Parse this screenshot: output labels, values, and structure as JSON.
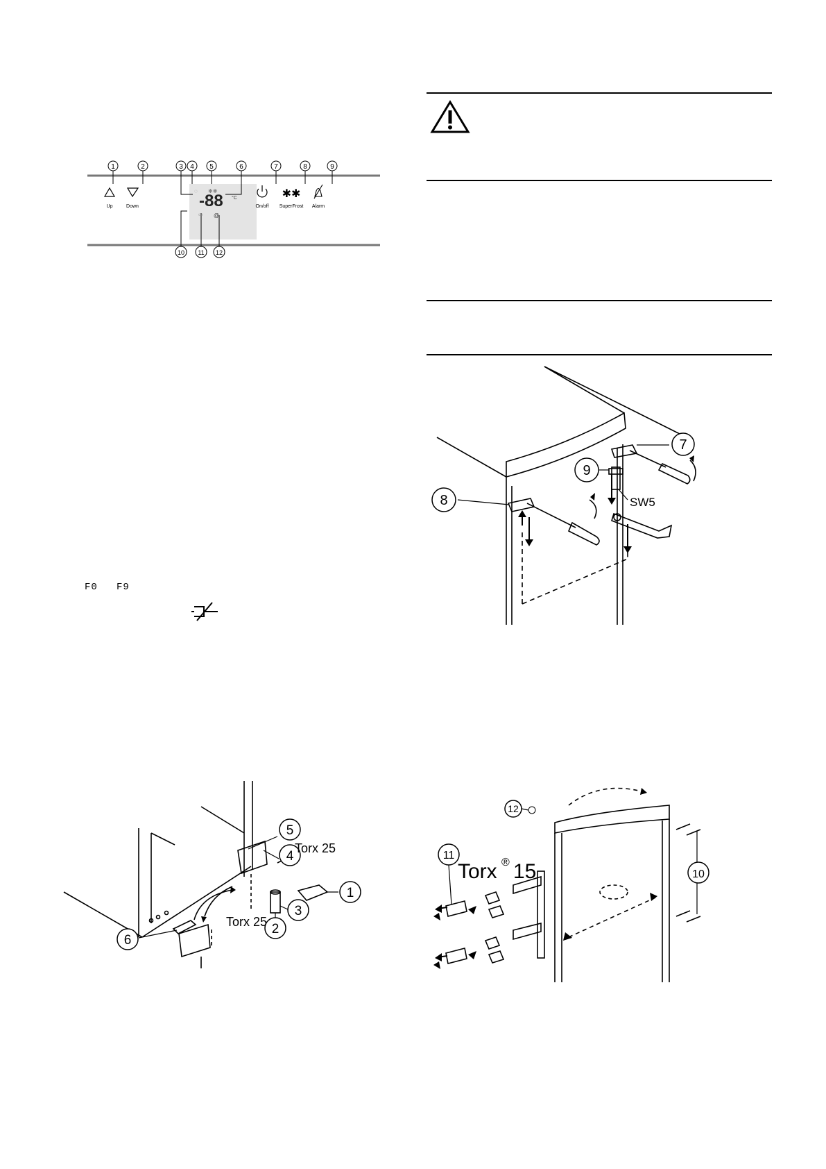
{
  "control_panel": {
    "callouts": [
      "1",
      "2",
      "3",
      "4",
      "5",
      "6",
      "7",
      "8",
      "9",
      "10",
      "11",
      "12"
    ],
    "buttons": [
      {
        "label": "Up",
        "icon": "up-triangle-icon"
      },
      {
        "label": "Down",
        "icon": "down-triangle-icon"
      },
      {
        "label": "On/off",
        "icon": "power-icon"
      },
      {
        "label": "SuperFrost",
        "icon": "superfrost-icon"
      },
      {
        "label": "Alarm",
        "icon": "alarm-mute-icon"
      }
    ],
    "display": {
      "digits": "-88",
      "unit": "°C"
    }
  },
  "error_codes": {
    "f0": "F0",
    "f9": "F9"
  },
  "fig_top_hinge": {
    "callouts": [
      "7",
      "8",
      "9"
    ],
    "wrench": "SW5"
  },
  "fig_bottom_hinge": {
    "callouts": [
      "1",
      "2",
      "3",
      "4",
      "5",
      "6"
    ],
    "torx_a": "Torx 25",
    "torx_b": "Torx 25"
  },
  "fig_handle": {
    "callouts": [
      "10",
      "11",
      "12"
    ],
    "torx_label": "Torx",
    "torx_reg": "®",
    "torx_size": "15"
  },
  "colors": {
    "line": "#000000",
    "display_bg": "#e6e6e6",
    "display_text": "#222222"
  }
}
